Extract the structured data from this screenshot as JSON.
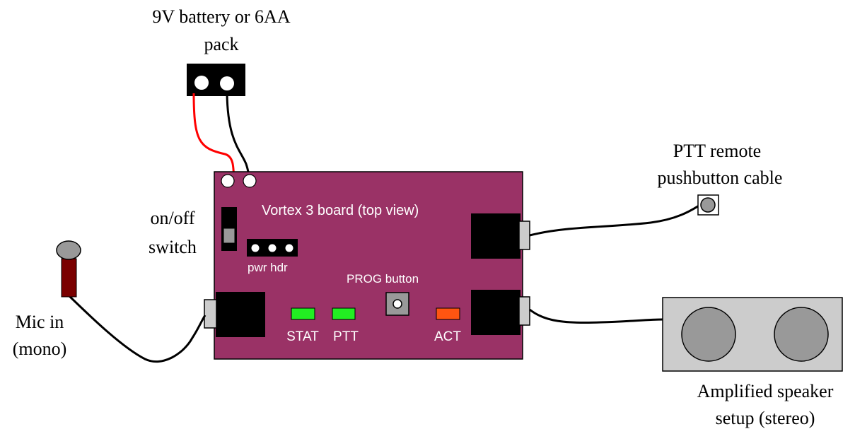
{
  "labels": {
    "battery_line1": "9V battery or 6AA",
    "battery_line2": "pack",
    "switch_line1": "on/off",
    "switch_line2": "switch",
    "mic_line1": "Mic in",
    "mic_line2": "(mono)",
    "ptt_line1": "PTT remote",
    "ptt_line2": "pushbutton cable",
    "speaker_line1": "Amplified speaker",
    "speaker_line2": "setup (stereo)"
  },
  "board": {
    "title": "Vortex 3 board (top view)",
    "pwr_hdr": "pwr hdr",
    "prog_button": "PROG button",
    "led_stat": "STAT",
    "led_ptt": "PTT",
    "led_act": "ACT"
  },
  "colors": {
    "board": "#9a3266",
    "led_green": "#22ee22",
    "led_orange": "#ff5511",
    "wire_red": "#ff0000",
    "mic_body": "#7a0000",
    "speaker_box": "#cccccc",
    "speaker_cone": "#999999",
    "jack_plug": "#cccccc"
  }
}
